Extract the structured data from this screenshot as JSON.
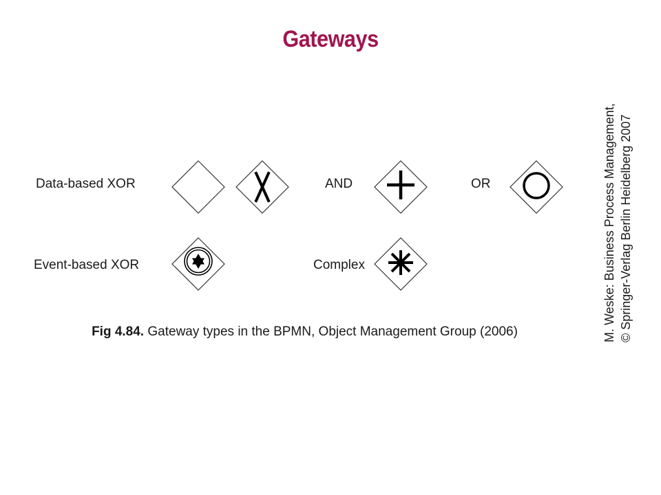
{
  "title": "Gateways",
  "gateways": {
    "data_based_xor": "Data-based XOR",
    "and": "AND",
    "or": "OR",
    "event_based_xor": "Event-based XOR",
    "complex": "Complex"
  },
  "caption": {
    "figure_number": "Fig 4.84.",
    "text": "Gateway types in the BPMN, Object Management Group (2006)"
  },
  "credit": {
    "line1": "M. Weske: Business Process Management,",
    "line2": "© Springer-Verlag Berlin Heidelberg 2007"
  },
  "colors": {
    "title": "#a0154e",
    "stroke": "#333333",
    "marker": "#000000"
  }
}
